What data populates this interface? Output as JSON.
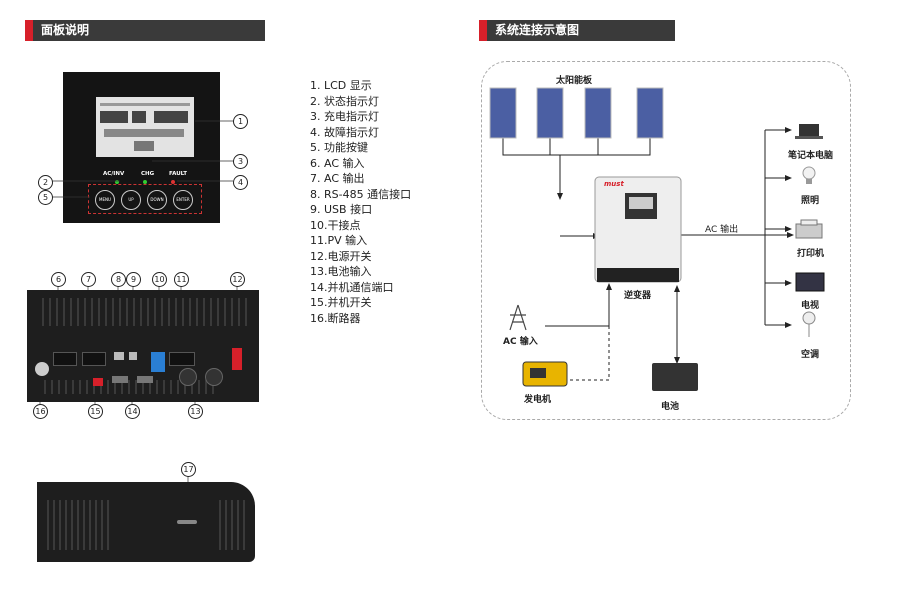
{
  "headers": {
    "panel": "面板说明",
    "system": "系统连接示意图"
  },
  "legend": [
    "1. LCD 显示",
    "2. 状态指示灯",
    "3. 充电指示灯",
    "4. 故障指示灯",
    "5. 功能按键",
    "6. AC 输入",
    "7. AC 输出",
    "8. RS-485 通信接口",
    "9. USB 接口",
    "10.干接点",
    "11.PV 输入",
    "12.电源开关",
    "13.电池输入",
    "14.并机通信端口",
    "15.并机开关",
    "16.断路器"
  ],
  "front_panel": {
    "indicators": [
      "AC/INV",
      "CHG",
      "FAULT"
    ],
    "buttons": [
      "MENU",
      "UP",
      "DOWN",
      "ENTER"
    ]
  },
  "callouts": [
    "1",
    "2",
    "3",
    "4",
    "5",
    "6",
    "7",
    "8",
    "9",
    "10",
    "11",
    "12",
    "13",
    "14",
    "15",
    "16",
    "17"
  ],
  "diagram": {
    "solar": "太阳能板",
    "inverter": "逆变器",
    "ac_in": "AC 输入",
    "generator": "发电机",
    "battery": "电池",
    "ac_out": "AC 输出",
    "brand": "must",
    "loads": [
      "笔记本电脑",
      "照明",
      "打印机",
      "电视",
      "空调"
    ]
  }
}
